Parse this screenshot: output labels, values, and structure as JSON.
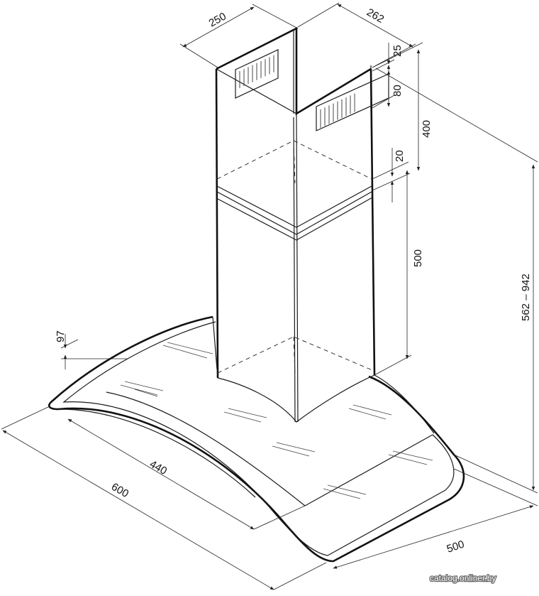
{
  "dimensions": {
    "duct_depth": "250",
    "duct_width": "262",
    "top_gap": "25",
    "vent_height": "80",
    "upper_duct": "400",
    "overlap": "20",
    "lower_duct": "500",
    "total_height": "562 – 942",
    "glass_thickness": "97",
    "inner_width": "440",
    "hood_width": "600",
    "hood_depth": "500"
  },
  "watermark": "catalog.onliner.by",
  "colors": {
    "line": "#111111",
    "background": "#ffffff"
  }
}
